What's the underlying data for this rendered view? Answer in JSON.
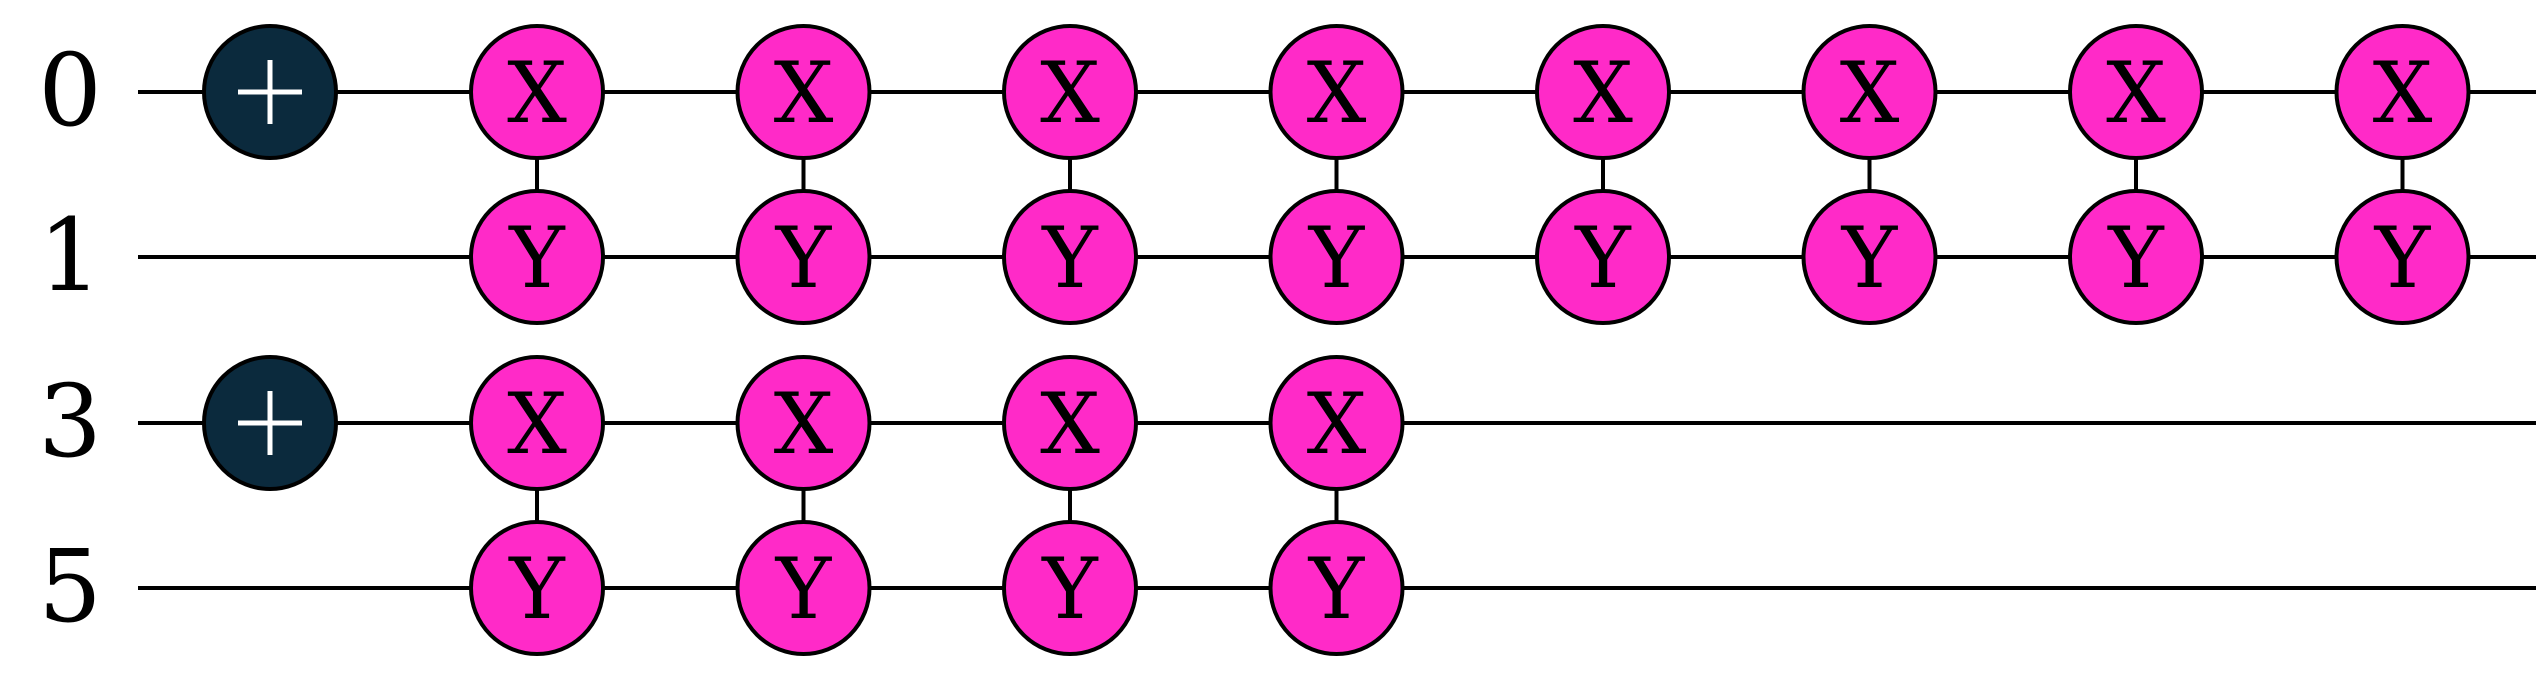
{
  "colors": {
    "background": "#ffffff",
    "wire": "#000000",
    "pauli_gate_fill": "#ff2ac8",
    "reset_gate_fill": "#0b2a3d",
    "reset_symbol": "#ffffff"
  },
  "wires": [
    {
      "label": "0"
    },
    {
      "label": "1"
    },
    {
      "label": "3"
    },
    {
      "label": "5"
    }
  ],
  "reset_gates": [
    {
      "wire": 0,
      "icon": "plus-icon"
    },
    {
      "wire": 2,
      "icon": "plus-icon"
    }
  ],
  "pauli_columns": [
    {
      "pairs": [
        {
          "top_wire": 0,
          "bottom_wire": 1,
          "top_label": "X",
          "bottom_label": "Y"
        },
        {
          "top_wire": 2,
          "bottom_wire": 3,
          "top_label": "X",
          "bottom_label": "Y"
        }
      ]
    },
    {
      "pairs": [
        {
          "top_wire": 0,
          "bottom_wire": 1,
          "top_label": "X",
          "bottom_label": "Y"
        },
        {
          "top_wire": 2,
          "bottom_wire": 3,
          "top_label": "X",
          "bottom_label": "Y"
        }
      ]
    },
    {
      "pairs": [
        {
          "top_wire": 0,
          "bottom_wire": 1,
          "top_label": "X",
          "bottom_label": "Y"
        },
        {
          "top_wire": 2,
          "bottom_wire": 3,
          "top_label": "X",
          "bottom_label": "Y"
        }
      ]
    },
    {
      "pairs": [
        {
          "top_wire": 0,
          "bottom_wire": 1,
          "top_label": "X",
          "bottom_label": "Y"
        },
        {
          "top_wire": 2,
          "bottom_wire": 3,
          "top_label": "X",
          "bottom_label": "Y"
        }
      ]
    },
    {
      "pairs": [
        {
          "top_wire": 0,
          "bottom_wire": 1,
          "top_label": "X",
          "bottom_label": "Y"
        }
      ]
    },
    {
      "pairs": [
        {
          "top_wire": 0,
          "bottom_wire": 1,
          "top_label": "X",
          "bottom_label": "Y"
        }
      ]
    },
    {
      "pairs": [
        {
          "top_wire": 0,
          "bottom_wire": 1,
          "top_label": "X",
          "bottom_label": "Y"
        }
      ]
    },
    {
      "pairs": [
        {
          "top_wire": 0,
          "bottom_wire": 1,
          "top_label": "X",
          "bottom_label": "Y"
        }
      ]
    }
  ]
}
